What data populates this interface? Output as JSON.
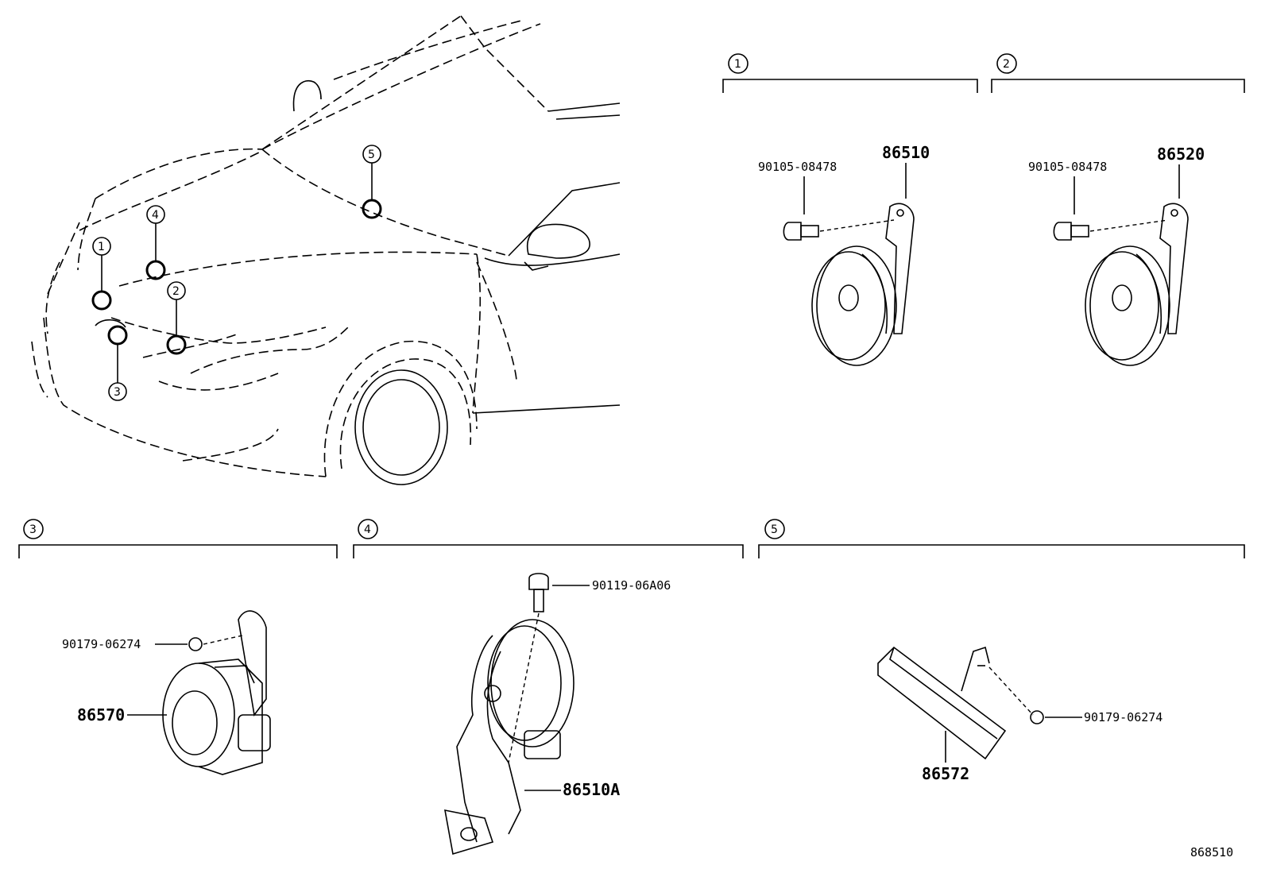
{
  "callouts": {
    "c1": "1",
    "c2": "2",
    "c3": "3",
    "c4": "4",
    "c5": "5"
  },
  "sections": {
    "s1": {
      "number": "1",
      "bolt_part": "90105-08478",
      "main_part": "86510"
    },
    "s2": {
      "number": "2",
      "bolt_part": "90105-08478",
      "main_part": "86520"
    },
    "s3": {
      "number": "3",
      "nut_part": "90179-06274",
      "main_part": "86570"
    },
    "s4": {
      "number": "4",
      "bolt_part": "90119-06A06",
      "main_part": "86510A"
    },
    "s5": {
      "number": "5",
      "nut_part": "90179-06274",
      "main_part": "86572"
    }
  },
  "figure_reference": "868510"
}
